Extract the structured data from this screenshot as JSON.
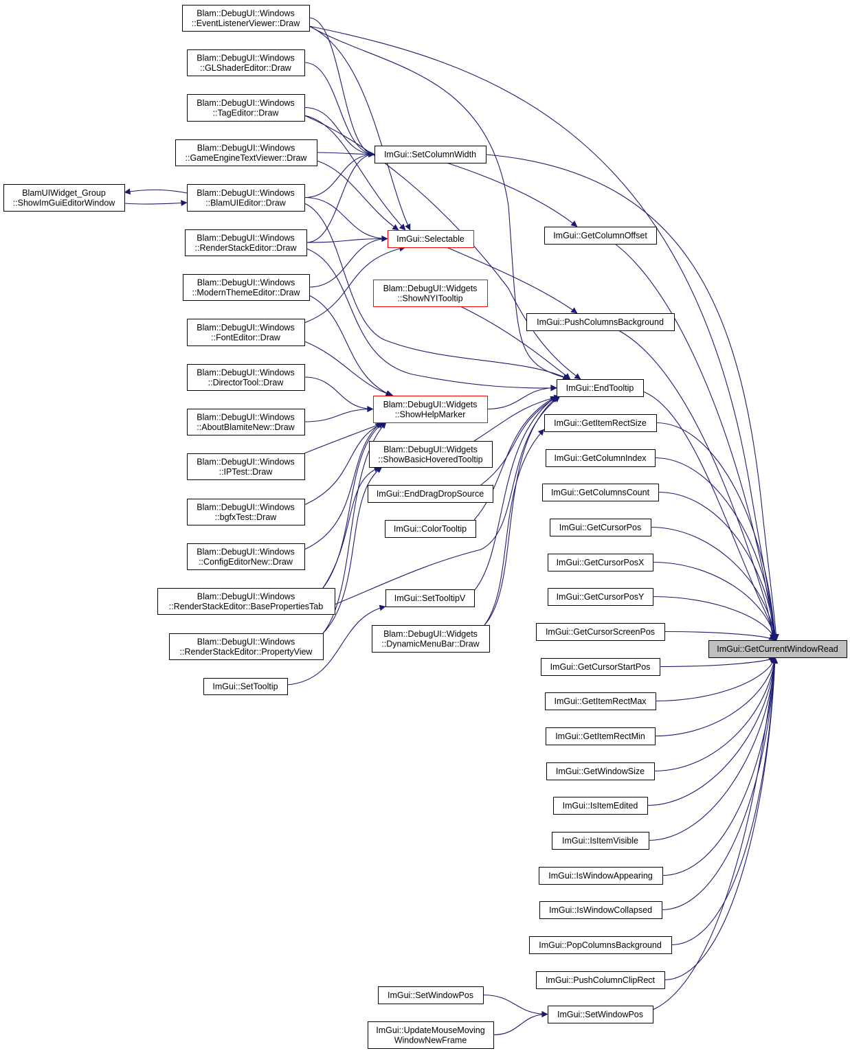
{
  "colors": {
    "edge": "#191970",
    "node_border": "#000000",
    "node_border_truncated": "#ff0000",
    "node_fill": "#ffffff",
    "target_fill": "#bfbfbf"
  },
  "nodes": [
    {
      "id": "elv",
      "lines": [
        "Blam::DebugUI::Windows",
        "::EventListenerViewer::Draw"
      ],
      "style": "normal"
    },
    {
      "id": "gls",
      "lines": [
        "Blam::DebugUI::Windows",
        "::GLShaderEditor::Draw"
      ],
      "style": "normal"
    },
    {
      "id": "tag",
      "lines": [
        "Blam::DebugUI::Windows",
        "::TagEditor::Draw"
      ],
      "style": "normal"
    },
    {
      "id": "getv",
      "lines": [
        "Blam::DebugUI::Windows",
        "::GameEngineTextViewer::Draw"
      ],
      "style": "normal"
    },
    {
      "id": "blw",
      "lines": [
        "BlamUIWidget_Group",
        "::ShowImGuiEditorWindow"
      ],
      "style": "normal"
    },
    {
      "id": "bue",
      "lines": [
        "Blam::DebugUI::Windows",
        "::BlamUIEditor::Draw"
      ],
      "style": "normal"
    },
    {
      "id": "rse",
      "lines": [
        "Blam::DebugUI::Windows",
        "::RenderStackEditor::Draw"
      ],
      "style": "normal"
    },
    {
      "id": "mte",
      "lines": [
        "Blam::DebugUI::Windows",
        "::ModernThemeEditor::Draw"
      ],
      "style": "normal"
    },
    {
      "id": "fe",
      "lines": [
        "Blam::DebugUI::Windows",
        "::FontEditor::Draw"
      ],
      "style": "normal"
    },
    {
      "id": "dt",
      "lines": [
        "Blam::DebugUI::Windows",
        "::DirectorTool::Draw"
      ],
      "style": "normal"
    },
    {
      "id": "abn",
      "lines": [
        "Blam::DebugUI::Windows",
        "::AboutBlamiteNew::Draw"
      ],
      "style": "normal"
    },
    {
      "id": "ipt",
      "lines": [
        "Blam::DebugUI::Windows",
        "::IPTest::Draw"
      ],
      "style": "normal"
    },
    {
      "id": "bgfx",
      "lines": [
        "Blam::DebugUI::Windows",
        "::bgfxTest::Draw"
      ],
      "style": "normal"
    },
    {
      "id": "cen",
      "lines": [
        "Blam::DebugUI::Windows",
        "::ConfigEditorNew::Draw"
      ],
      "style": "normal"
    },
    {
      "id": "rsbp",
      "lines": [
        "Blam::DebugUI::Windows",
        "::RenderStackEditor::BasePropertiesTab"
      ],
      "style": "normal"
    },
    {
      "id": "rspv",
      "lines": [
        "Blam::DebugUI::Windows",
        "::RenderStackEditor::PropertyView"
      ],
      "style": "normal"
    },
    {
      "id": "stt",
      "lines": [
        "ImGui::SetTooltip"
      ],
      "style": "normal"
    },
    {
      "id": "scw",
      "lines": [
        "ImGui::SetColumnWidth"
      ],
      "style": "normal"
    },
    {
      "id": "sel",
      "lines": [
        "ImGui::Selectable"
      ],
      "style": "truncated"
    },
    {
      "id": "snyi",
      "lines": [
        "Blam::DebugUI::Widgets",
        "::ShowNYITooltip"
      ],
      "style": "truncated"
    },
    {
      "id": "shm",
      "lines": [
        "Blam::DebugUI::Widgets",
        "::ShowHelpMarker"
      ],
      "style": "truncated"
    },
    {
      "id": "sbht",
      "lines": [
        "Blam::DebugUI::Widgets",
        "::ShowBasicHoveredTooltip"
      ],
      "style": "normal"
    },
    {
      "id": "edds",
      "lines": [
        "ImGui::EndDragDropSource"
      ],
      "style": "normal"
    },
    {
      "id": "ctt",
      "lines": [
        "ImGui::ColorTooltip"
      ],
      "style": "normal"
    },
    {
      "id": "sttv",
      "lines": [
        "ImGui::SetTooltipV"
      ],
      "style": "normal"
    },
    {
      "id": "dmb",
      "lines": [
        "Blam::DebugUI::Widgets",
        "::DynamicMenuBar::Draw"
      ],
      "style": "normal"
    },
    {
      "id": "swp1",
      "lines": [
        "ImGui::SetWindowPos"
      ],
      "style": "normal"
    },
    {
      "id": "umm",
      "lines": [
        "ImGui::UpdateMouseMoving",
        "WindowNewFrame"
      ],
      "style": "normal"
    },
    {
      "id": "gco",
      "lines": [
        "ImGui::GetColumnOffset"
      ],
      "style": "normal"
    },
    {
      "id": "pcb",
      "lines": [
        "ImGui::PushColumnsBackground"
      ],
      "style": "normal"
    },
    {
      "id": "ett",
      "lines": [
        "ImGui::EndTooltip"
      ],
      "style": "normal"
    },
    {
      "id": "girs",
      "lines": [
        "ImGui::GetItemRectSize"
      ],
      "style": "normal"
    },
    {
      "id": "gci",
      "lines": [
        "ImGui::GetColumnIndex"
      ],
      "style": "normal"
    },
    {
      "id": "gcc",
      "lines": [
        "ImGui::GetColumnsCount"
      ],
      "style": "normal"
    },
    {
      "id": "gcp",
      "lines": [
        "ImGui::GetCursorPos"
      ],
      "style": "normal"
    },
    {
      "id": "gcpx",
      "lines": [
        "ImGui::GetCursorPosX"
      ],
      "style": "normal"
    },
    {
      "id": "gcpy",
      "lines": [
        "ImGui::GetCursorPosY"
      ],
      "style": "normal"
    },
    {
      "id": "gcsp",
      "lines": [
        "ImGui::GetCursorScreenPos"
      ],
      "style": "normal"
    },
    {
      "id": "gcstp",
      "lines": [
        "ImGui::GetCursorStartPos"
      ],
      "style": "normal"
    },
    {
      "id": "girmax",
      "lines": [
        "ImGui::GetItemRectMax"
      ],
      "style": "normal"
    },
    {
      "id": "girmin",
      "lines": [
        "ImGui::GetItemRectMin"
      ],
      "style": "normal"
    },
    {
      "id": "gws",
      "lines": [
        "ImGui::GetWindowSize"
      ],
      "style": "normal"
    },
    {
      "id": "iie",
      "lines": [
        "ImGui::IsItemEdited"
      ],
      "style": "normal"
    },
    {
      "id": "iiv",
      "lines": [
        "ImGui::IsItemVisible"
      ],
      "style": "normal"
    },
    {
      "id": "iwa",
      "lines": [
        "ImGui::IsWindowAppearing"
      ],
      "style": "normal"
    },
    {
      "id": "iwc",
      "lines": [
        "ImGui::IsWindowCollapsed"
      ],
      "style": "normal"
    },
    {
      "id": "popcb",
      "lines": [
        "ImGui::PopColumnsBackground"
      ],
      "style": "normal"
    },
    {
      "id": "pccr",
      "lines": [
        "ImGui::PushColumnClipRect"
      ],
      "style": "normal"
    },
    {
      "id": "swp2",
      "lines": [
        "ImGui::SetWindowPos"
      ],
      "style": "normal"
    },
    {
      "id": "target",
      "lines": [
        "ImGui::GetCurrentWindowRead"
      ],
      "style": "target"
    }
  ],
  "edges": [
    [
      "elv",
      "scw"
    ],
    [
      "elv",
      "sel"
    ],
    [
      "elv",
      "ett"
    ],
    [
      "elv",
      "target"
    ],
    [
      "gls",
      "scw"
    ],
    [
      "tag",
      "scw"
    ],
    [
      "tag",
      "sel"
    ],
    [
      "tag",
      "ett"
    ],
    [
      "getv",
      "scw"
    ],
    [
      "getv",
      "sel"
    ],
    [
      "blw",
      "bue"
    ],
    [
      "bue",
      "blw"
    ],
    [
      "bue",
      "scw"
    ],
    [
      "bue",
      "sel"
    ],
    [
      "bue",
      "ett"
    ],
    [
      "rse",
      "scw"
    ],
    [
      "rse",
      "sel"
    ],
    [
      "rse",
      "ett"
    ],
    [
      "mte",
      "sel"
    ],
    [
      "mte",
      "shm"
    ],
    [
      "fe",
      "sel"
    ],
    [
      "fe",
      "shm"
    ],
    [
      "dt",
      "shm"
    ],
    [
      "abn",
      "shm"
    ],
    [
      "ipt",
      "shm"
    ],
    [
      "bgfx",
      "shm"
    ],
    [
      "cen",
      "shm"
    ],
    [
      "rsbp",
      "shm"
    ],
    [
      "rsbp",
      "sbht"
    ],
    [
      "rsbp",
      "ett"
    ],
    [
      "rspv",
      "shm"
    ],
    [
      "rspv",
      "sbht"
    ],
    [
      "stt",
      "sttv"
    ],
    [
      "scw",
      "gco"
    ],
    [
      "scw",
      "target"
    ],
    [
      "sel",
      "pcb"
    ],
    [
      "snyi",
      "ett"
    ],
    [
      "shm",
      "ett"
    ],
    [
      "sbht",
      "ett"
    ],
    [
      "edds",
      "ett"
    ],
    [
      "ctt",
      "ett"
    ],
    [
      "sttv",
      "ett"
    ],
    [
      "dmb",
      "ett"
    ],
    [
      "dmb",
      "girs"
    ],
    [
      "gco",
      "target"
    ],
    [
      "pcb",
      "target"
    ],
    [
      "ett",
      "target"
    ],
    [
      "girs",
      "target"
    ],
    [
      "gci",
      "target"
    ],
    [
      "gcc",
      "target"
    ],
    [
      "gcp",
      "target"
    ],
    [
      "gcpx",
      "target"
    ],
    [
      "gcpy",
      "target"
    ],
    [
      "gcsp",
      "target"
    ],
    [
      "gcstp",
      "target"
    ],
    [
      "girmax",
      "target"
    ],
    [
      "girmin",
      "target"
    ],
    [
      "gws",
      "target"
    ],
    [
      "iie",
      "target"
    ],
    [
      "iiv",
      "target"
    ],
    [
      "iwa",
      "target"
    ],
    [
      "iwc",
      "target"
    ],
    [
      "popcb",
      "target"
    ],
    [
      "pccr",
      "target"
    ],
    [
      "swp2",
      "target"
    ],
    [
      "swp1",
      "swp2"
    ],
    [
      "umm",
      "swp2"
    ]
  ]
}
